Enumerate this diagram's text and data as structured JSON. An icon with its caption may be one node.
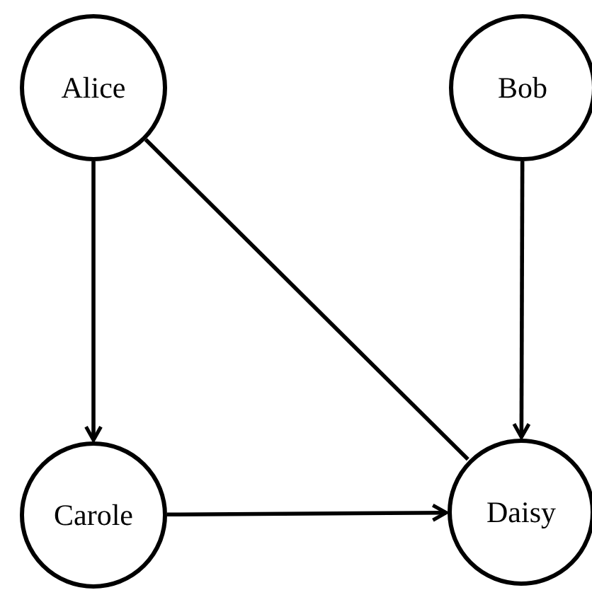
{
  "diagram": {
    "nodes": [
      {
        "text": [
          "Alice"
        ]
      },
      {
        "text": [
          "Bob"
        ]
      },
      {
        "text": [
          "Carole"
        ]
      },
      {
        "text": [
          "Daisy"
        ]
      }
    ],
    "edges": [
      {
        "from": 0,
        "to": 2,
        "arrow": "to"
      },
      {
        "from": 0,
        "to": 3,
        "arrow": "none"
      },
      {
        "from": 1,
        "to": 3,
        "arrow": "to"
      },
      {
        "from": 2,
        "to": 3,
        "arrow": "to"
      }
    ]
  }
}
